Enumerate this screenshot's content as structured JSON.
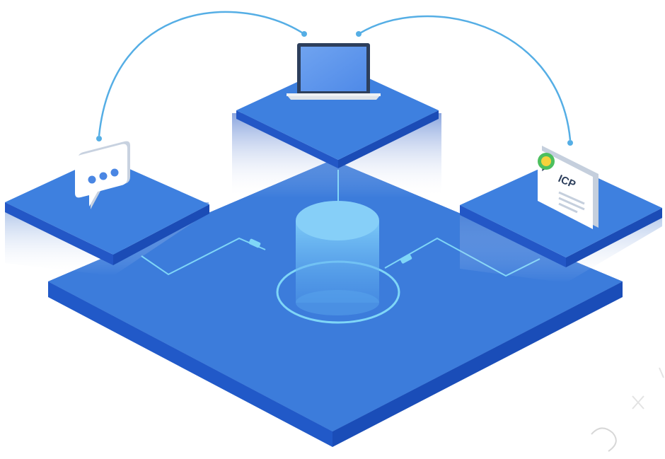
{
  "diagram": {
    "nodes": [
      {
        "id": "laptop",
        "icon": "laptop-icon"
      },
      {
        "id": "chat",
        "icon": "chat-bubble-icon"
      },
      {
        "id": "certificate",
        "icon": "certificate-icon",
        "label": "ICP"
      },
      {
        "id": "database",
        "icon": "database-cylinder-icon"
      }
    ],
    "connections": [
      {
        "from": "laptop",
        "to": "chat",
        "style": "arc"
      },
      {
        "from": "laptop",
        "to": "certificate",
        "style": "arc"
      },
      {
        "from": "chat",
        "to": "database",
        "style": "circuit"
      },
      {
        "from": "certificate",
        "to": "database",
        "style": "circuit"
      },
      {
        "from": "laptop",
        "to": "database",
        "style": "line"
      }
    ]
  },
  "colors": {
    "platform_top": "#3d7fdc",
    "platform_side": "#1f55c4",
    "arc": "#55aee5",
    "circuit": "#7fd6f7",
    "database": "#7cc9f7"
  }
}
